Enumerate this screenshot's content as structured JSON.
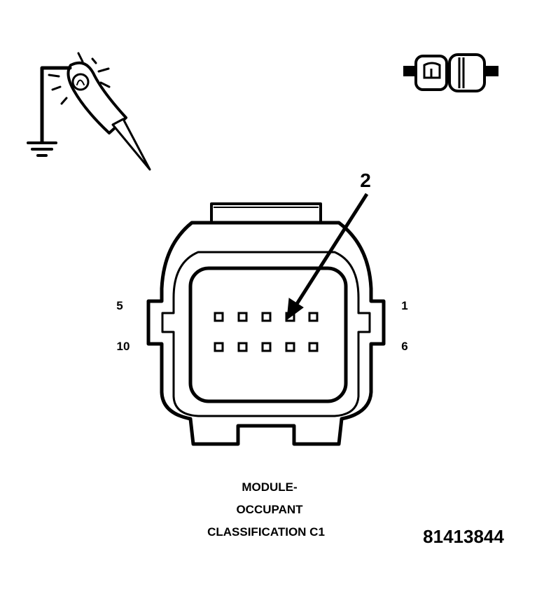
{
  "callout_number": "2",
  "pin_labels": {
    "top_left": "5",
    "top_right": "1",
    "bottom_left": "10",
    "bottom_right": "6"
  },
  "caption": {
    "line1": "MODULE-",
    "line2": "OCCUPANT",
    "line3": "CLASSIFICATION C1"
  },
  "figure_id": "81413844",
  "icons": {
    "probe": "test-light-probe-to-ground-icon",
    "connector": "connector-halves-icon"
  },
  "colors": {
    "ink": "#000000",
    "paper": "#ffffff"
  }
}
